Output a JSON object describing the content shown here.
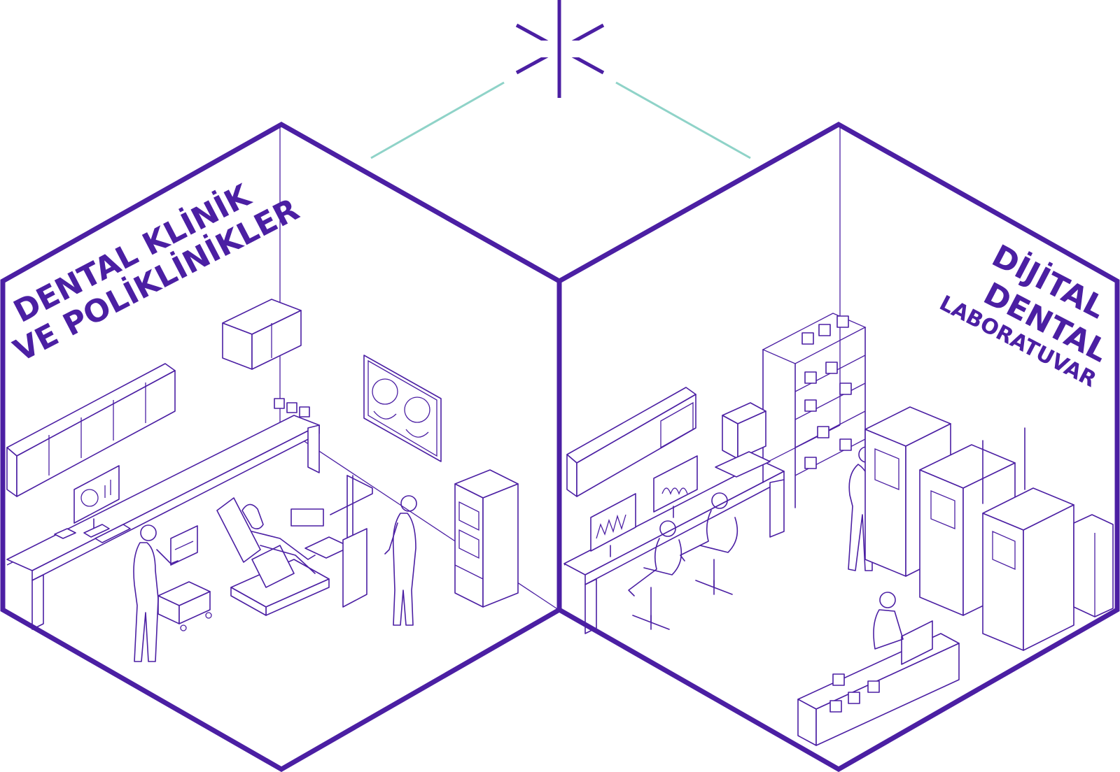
{
  "left_room": {
    "title_line1": "DENTAL KLİNİK",
    "title_line2": "VE POLİKLİNİKLER"
  },
  "right_room": {
    "title_line1": "DİJİTAL",
    "title_line2": "DENTAL",
    "title_line3": "LABORATUVAR"
  },
  "colors": {
    "primary": "#4b1fa3",
    "connector": "#8fd3c8",
    "background": "#ffffff"
  },
  "icons": [
    "connection-node-icon"
  ]
}
